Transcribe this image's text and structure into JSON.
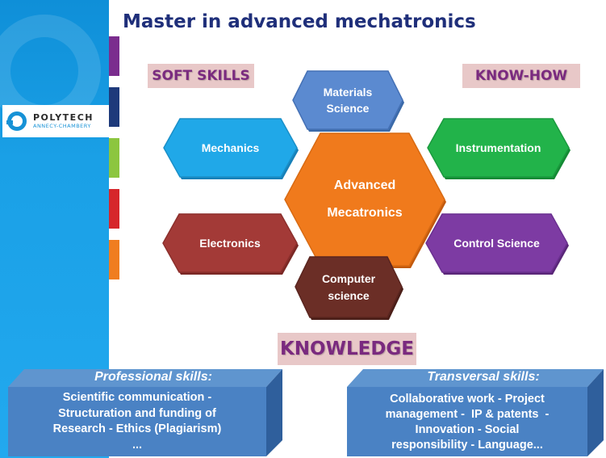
{
  "title": "Master in advanced mechatronics",
  "logo": {
    "name": "POLYTECH",
    "subtitle": "ANNECY-CHAMBERY"
  },
  "tags": {
    "soft_skills": "SOFT SKILLS",
    "know_how": "KNOW-HOW",
    "knowledge": "KNOWLEDGE"
  },
  "sidebar_colors": [
    "#7b2d8e",
    "#1e3a7b",
    "#8cc63f",
    "#d6262b",
    "#f07d1f"
  ],
  "hexagons": {
    "center": {
      "line1": "Advanced",
      "line2": "Mecatronics",
      "color": "#f07a1c"
    },
    "materials": {
      "line1": "Materials",
      "line2": "Science",
      "color": "#5b8ad0"
    },
    "mechanics": {
      "label": "Mechanics",
      "color": "#20a8e8"
    },
    "instrumentation": {
      "label": "Instrumentation",
      "color": "#22b34a"
    },
    "electronics": {
      "label": "Electronics",
      "color": "#a33a37"
    },
    "control": {
      "label": "Control Science",
      "color": "#7d3ba3"
    },
    "computer": {
      "line1": "Computer",
      "line2": "science",
      "color": "#6b2e26"
    }
  },
  "professional": {
    "heading": "Professional skills:",
    "lines": [
      "Scientific communication -",
      "Structuration and funding of",
      "Research - Ethics (Plagiarism)",
      "..."
    ]
  },
  "transversal": {
    "heading": "Transversal skills:",
    "lines": [
      "Collaborative work - Project",
      "management -  IP & patents  -",
      "Innovation - Social",
      "responsibility - Language..."
    ]
  }
}
